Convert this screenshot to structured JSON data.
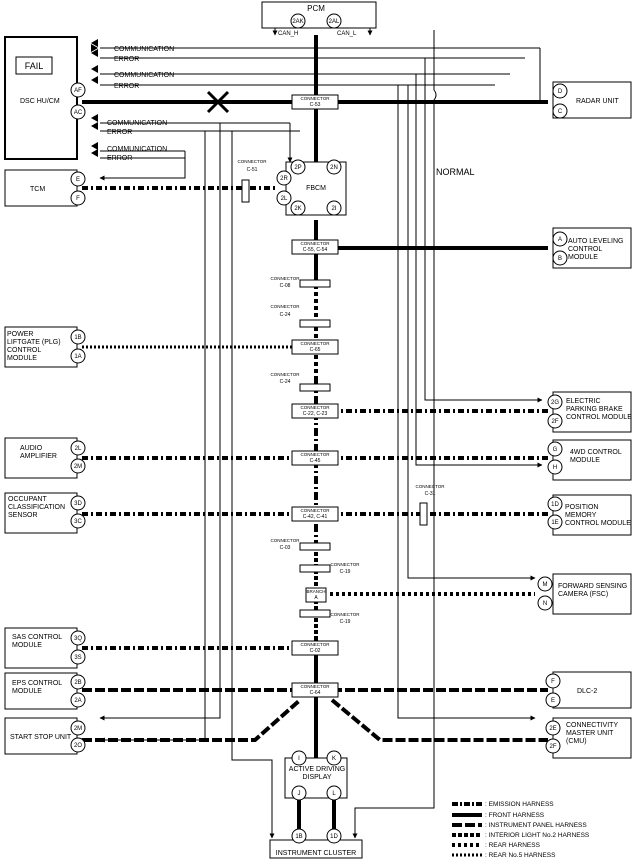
{
  "pcm": {
    "label": "PCM",
    "pin_left": "2AK",
    "pin_right": "2AL",
    "can_h": "CAN_H",
    "can_l": "CAN_L"
  },
  "dsc": {
    "label": "DSC HU/CM",
    "fail": "FAIL",
    "pin_top": "AF",
    "pin_bottom": "AC"
  },
  "tcm": {
    "label": "TCM",
    "pin_top": "E",
    "pin_bottom": "F"
  },
  "plg": {
    "label": "POWER LIFTGATE (PLG) CONTROL MODULE",
    "pin_top": "1B",
    "pin_bottom": "1A"
  },
  "audio": {
    "label": "AUDIO AMPLIFIER",
    "pin_top": "2L",
    "pin_bottom": "2M"
  },
  "ocs": {
    "label": "OCCUPANT CLASSIFICATION SENSOR",
    "pin_top": "3D",
    "pin_bottom": "3C"
  },
  "sas": {
    "label": "SAS CONTROL MODULE",
    "pin_top": "3Q",
    "pin_bottom": "3S"
  },
  "eps": {
    "label": "EPS CONTROL MODULE",
    "pin_top": "2B",
    "pin_bottom": "2A"
  },
  "ssu": {
    "label": "START STOP UNIT",
    "pin_top": "2M",
    "pin_bottom": "2O"
  },
  "radar": {
    "label": "RADAR UNIT",
    "pin_top": "D",
    "pin_bottom": "C"
  },
  "alcm": {
    "label": "AUTO LEVELING CONTROL MODULE",
    "pin_top": "A",
    "pin_bottom": "B"
  },
  "epb": {
    "label": "ELECTRIC PARKING BRAKE CONTROL MODULE",
    "pin_top": "2G",
    "pin_bottom": "2F"
  },
  "fwd": {
    "label": "4WD CONTROL MODULE",
    "pin_top": "G",
    "pin_bottom": "H"
  },
  "pmcm": {
    "label": "POSITION MEMORY CONTROL MODULE",
    "pin_top": "1D",
    "pin_bottom": "1E"
  },
  "fsc": {
    "label": "FORWARD SENSING CAMERA (FSC)",
    "pin_top": "M",
    "pin_bottom": "N"
  },
  "dlc": {
    "label": "DLC-2",
    "pin_top": "F",
    "pin_bottom": "E"
  },
  "cmu": {
    "label": "CONNECTIVITY MASTER UNIT (CMU)",
    "pin_top": "2E",
    "pin_bottom": "2F"
  },
  "fbcm": {
    "label": "FBCM",
    "pins": [
      "2P",
      "2N",
      "2R",
      "2L",
      "2K",
      "2I"
    ]
  },
  "add": {
    "label": "ACTIVE DRIVING DISPLAY",
    "pins": [
      "I",
      "K",
      "J",
      "L"
    ]
  },
  "ic": {
    "label": "INSTRUMENT CLUSTER",
    "pins": [
      "1B",
      "1D"
    ]
  },
  "normal": "NORMAL",
  "comm_label": "COMMUNICATION",
  "error_label": "ERROR",
  "connector_word": "CONNECTOR",
  "branch_word": "BRANCH",
  "connectors": {
    "c53": "C-53",
    "c51": "C-51",
    "c55": "C-55, C-54",
    "c08": "C-08",
    "c24a": "C-24",
    "c65": "C-65",
    "c24b": "C-24",
    "c22": "C-22, C-23",
    "c45": "C-45",
    "c31": "C-31",
    "c42": "C-42, C-41",
    "c03": "C-03",
    "c19a": "C-19",
    "branch": "A",
    "c19b": "C-19",
    "c02": "C-02",
    "c64": "C-64"
  },
  "legend": [
    {
      "label": ": EMISSION HARNESS",
      "style": "emission"
    },
    {
      "label": ": FRONT HARNESS",
      "style": "front"
    },
    {
      "label": ": INSTRUMENT PANEL HARNESS",
      "style": "ip"
    },
    {
      "label": ": INTERIOR LIGHT No.2 HARNESS",
      "style": "il2"
    },
    {
      "label": ": REAR HARNESS",
      "style": "rear"
    },
    {
      "label": ": REAR No.5 HARNESS",
      "style": "rear5"
    }
  ]
}
